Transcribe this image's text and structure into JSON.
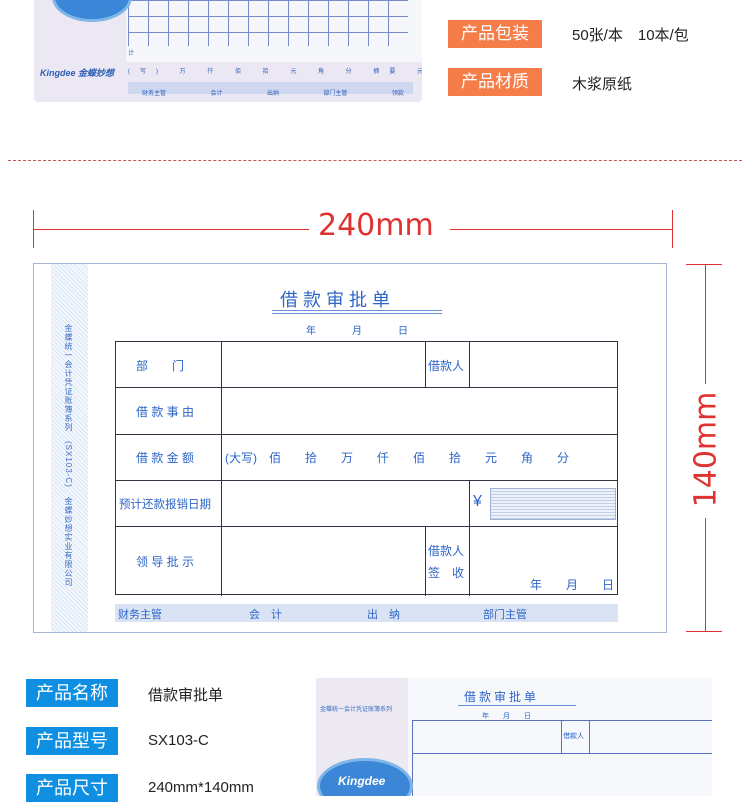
{
  "top_specs": {
    "packaging_label": "产品包装",
    "packaging_value": "50张/本　10本/包",
    "material_label": "产品材质",
    "material_value": "木浆原纸"
  },
  "top_photo": {
    "logo_text": "Kingdee 金蝶妙想",
    "amount_row": "(写) 万 仟 佰 拾 元 角 分 摘要 元 (张/号 元",
    "footer_items": [
      "财务主管",
      "会计",
      "出纳",
      "部门主管",
      "领款人"
    ],
    "total_label": "计"
  },
  "dimensions": {
    "width": "240mm",
    "height": "140mm"
  },
  "voucher": {
    "title": "借款审批单",
    "date_year": "年",
    "date_month": "月",
    "date_day": "日",
    "stub_text": "金蝶统一会计凭证账簿系列　(SX103-C)　金蝶妙想实业有限公司",
    "labels": {
      "department": "部　　门",
      "borrower": "借款人",
      "purpose": "借 款 事 由",
      "amount": "借 款 金 额",
      "amount_row": "(大写)　佰　　拾　　万　　仟　　佰　　拾　　元　　角　　分",
      "repay_date": "预计还款报销日期",
      "yen": "¥",
      "leader": "领 导 批 示",
      "borrower_sign_1": "借款人",
      "borrower_sign_2": "签　收",
      "sign_date": "年　　月　　日"
    },
    "footer": [
      "财务主管",
      "会　计",
      "出　纳",
      "部门主管"
    ]
  },
  "product_info": [
    {
      "label": "产品名称",
      "value": "借款审批单"
    },
    {
      "label": "产品型号",
      "value": "SX103-C"
    },
    {
      "label": "产品尺寸",
      "value": "240mm*140mm"
    }
  ],
  "bottom_photo": {
    "series_text": "金蝶统一会计凭证账簿系列",
    "title": "借款审批单",
    "date_text": "年　　月　　日",
    "borrower": "借款人",
    "logo": "Kingdee"
  },
  "colors": {
    "accent_orange": "#f47d4a",
    "accent_blue": "#0e8fe2",
    "dimension_red": "#e03131",
    "form_blue": "#2d65c9"
  }
}
